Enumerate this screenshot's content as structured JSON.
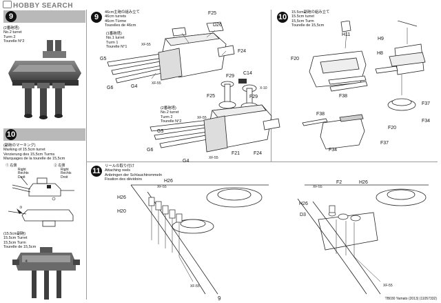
{
  "header": {
    "logo_text": "HOBBY SEARCH"
  },
  "left_panel": {
    "step9_number": "9",
    "step9_jp": "(2番砲塔)",
    "step9_en": "No.2 turret",
    "step9_de": "Turm 2",
    "step9_fr": "Tourelle N°2",
    "step10_number": "10",
    "step10_jp": "(副砲のマーキング)",
    "step10_en": "Marking of 15.5cm turret",
    "step10_de": "Verzierung des 15,5cm Turms",
    "step10_fr": "Marquages de la tourelle de 15,5cm",
    "mark1": "①",
    "mark1_side": "右側",
    "mark1_right": "Right",
    "mark1_rechts": "Rechts",
    "mark1_droit": "Droit",
    "mark2": "②",
    "mark2_side": "右側",
    "mark2_right": "Right",
    "mark2_rechts": "Rechts",
    "mark2_droit": "Droit",
    "mark3": "③",
    "mark4": "④",
    "turret155_jp": "(15.5cm副砲)",
    "turret155_en": "15.5cm Turret",
    "turret155_de": "15,5cm Turm",
    "turret155_fr": "Tourelle de 15,5cm"
  },
  "step9": {
    "number": "9",
    "jp": "46cm主砲の組み立て",
    "en": "46cm turrets",
    "de": "46cm Türme",
    "fr": "Tourelles de 46cm",
    "sub1_jp": "(1番砲塔)",
    "sub1_en": "No.1 turret",
    "sub1_de": "Turm 1",
    "sub1_fr": "Tourelle N°1",
    "sub2_jp": "(2番砲塔)",
    "sub2_en": "No.2 turret",
    "sub2_de": "Turm 2",
    "sub2_fr": "Tourelle N°2",
    "parts": [
      "F25",
      "D26",
      "F24",
      "G5",
      "G6",
      "G4",
      "XF-55",
      "XF-55",
      "F29",
      "C14",
      "X-10",
      "F25",
      "F29",
      "G5",
      "G6",
      "G4",
      "F21",
      "F24",
      "XF-55",
      "XF-55"
    ]
  },
  "step10": {
    "number": "10",
    "jp": "15.5cm副砲の組み立て",
    "en": "15.5cm turret",
    "de": "15,5cm Turm",
    "fr": "Tourelle de 15,5cm",
    "parts": [
      "H11",
      "F20",
      "F38",
      "H9",
      "H8",
      "F37",
      "F34",
      "F38",
      "F20",
      "F37",
      "F34"
    ]
  },
  "step11": {
    "number": "11",
    "jp": "リールの取り付け",
    "en": "Attaching reels",
    "de": "Anbringen der Schlauchtrommeln",
    "fr": "Fixation des dévidoirs",
    "parts": [
      "H26",
      "H26",
      "H20",
      "XF-55",
      "XF-55",
      "XF-55",
      "F2",
      "H26",
      "H26",
      "D3",
      "XF-55"
    ]
  },
  "footer": {
    "page_number": "9",
    "product": "TB030 Yamato (2013) (11057332)"
  }
}
